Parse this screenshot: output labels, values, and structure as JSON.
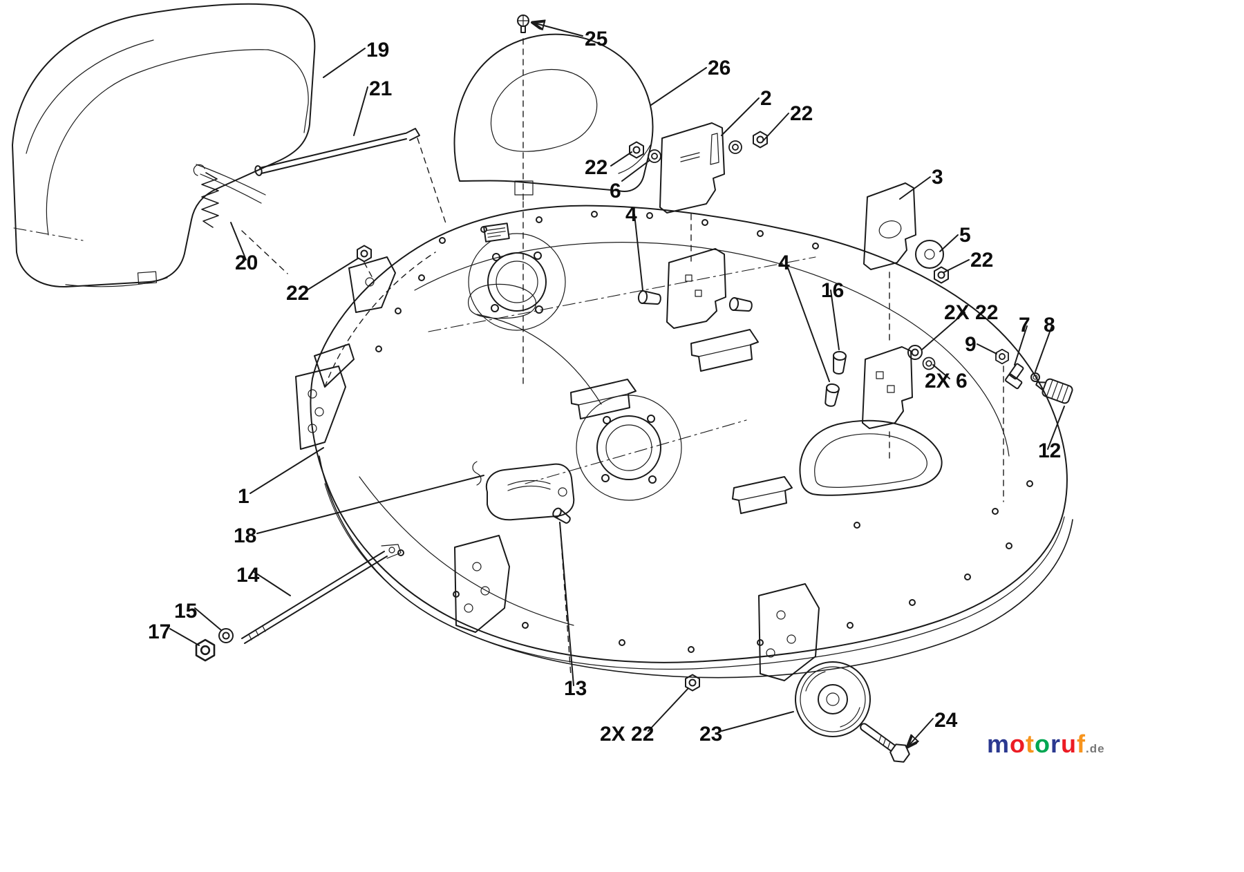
{
  "diagram": {
    "callouts": [
      {
        "text": "25"
      },
      {
        "text": "19"
      },
      {
        "text": "21"
      },
      {
        "text": "26"
      },
      {
        "text": "2"
      },
      {
        "text": "22"
      },
      {
        "text": "22"
      },
      {
        "text": "6"
      },
      {
        "text": "4"
      },
      {
        "text": "3"
      },
      {
        "text": "5"
      },
      {
        "text": "22"
      },
      {
        "text": "4"
      },
      {
        "text": "16"
      },
      {
        "text": "2X 22"
      },
      {
        "text": "7"
      },
      {
        "text": "8"
      },
      {
        "text": "9"
      },
      {
        "text": "2X 6"
      },
      {
        "text": "12"
      },
      {
        "text": "22"
      },
      {
        "text": "20"
      },
      {
        "text": "1"
      },
      {
        "text": "18"
      },
      {
        "text": "14"
      },
      {
        "text": "15"
      },
      {
        "text": "17"
      },
      {
        "text": "13"
      },
      {
        "text": "2X 22"
      },
      {
        "text": "23"
      },
      {
        "text": "24"
      }
    ]
  },
  "logo": {
    "letters": [
      {
        "ch": "m",
        "style": "color:#2b3990"
      },
      {
        "ch": "o",
        "style": "color:#ec1c24"
      },
      {
        "ch": "t",
        "style": "color:#f7941d"
      },
      {
        "ch": "o",
        "style": "color:#00a651"
      },
      {
        "ch": "r",
        "style": "color:#2b3990"
      },
      {
        "ch": "u",
        "style": "color:#ec1c24"
      },
      {
        "ch": "f",
        "style": "color:#f7941d"
      }
    ],
    "suffix": ".de"
  },
  "colors": {
    "line": "#1a1a1a",
    "background": "#ffffff",
    "logo_suffix": "#777777"
  }
}
